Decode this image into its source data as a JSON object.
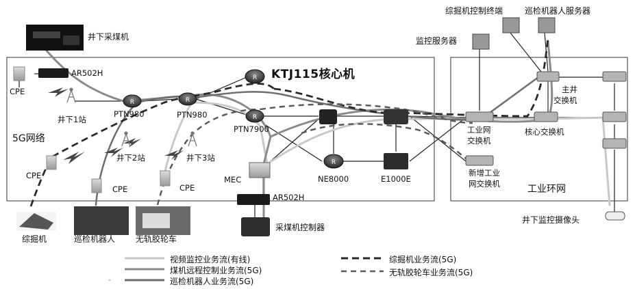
{
  "nodes": {
    "mining_machine_top": "井下采煤机",
    "ar502h_top": "AR502H",
    "cpe_top": "CPE",
    "station1": "井下1站",
    "ptn980_a": "PTN980",
    "ptn980_b": "PTN980",
    "ktj115": "KTJ115核心机",
    "ptn7900": "PTN7900",
    "network_5g": "5G网络",
    "station2": "井下2站",
    "station3": "井下3站",
    "cpe_left": "CPE",
    "cpe_mid1": "CPE",
    "cpe_mid2": "CPE",
    "mec": "MEC",
    "ne8000": "NE8000",
    "e1000e": "E1000E",
    "ar502h_bottom": "AR502H",
    "coal_controller": "采煤机控制器",
    "tunneling_machine": "综掘机",
    "inspection_robot": "巡检机器人",
    "trackless_vehicle": "无轨胶轮车",
    "tunneling_terminal": "综掘机控制终端",
    "robot_server": "巡检机器人服务器",
    "monitor_server": "监控服务器",
    "main_shaft_switch_1": "主井",
    "main_shaft_switch_2": "交换机",
    "industrial_switch_1": "工业网",
    "industrial_switch_2": "交换机",
    "core_switch": "核心交换机",
    "new_industrial_switch_1": "新增工业",
    "new_industrial_switch_2": "网交换机",
    "industrial_ring": "工业环网",
    "underground_camera": "井下监控摄像头"
  },
  "legend": {
    "video_wired": "视频监控业务流(有线)",
    "coal_remote": "煤机远程控制业务流(5G)",
    "robot_flow": "巡检机器人业务流(5G)",
    "tunneling_flow": "综掘机业务流(5G)",
    "vehicle_flow": "无轨胶轮车业务流(5G)"
  },
  "colors": {
    "video_wired": "#c8c8c8",
    "coal_remote": "#8a8a8a",
    "robot_flow": "#6e6e6e",
    "tunneling_flow": "#2a2a2a",
    "vehicle_flow": "#5a5a5a"
  }
}
